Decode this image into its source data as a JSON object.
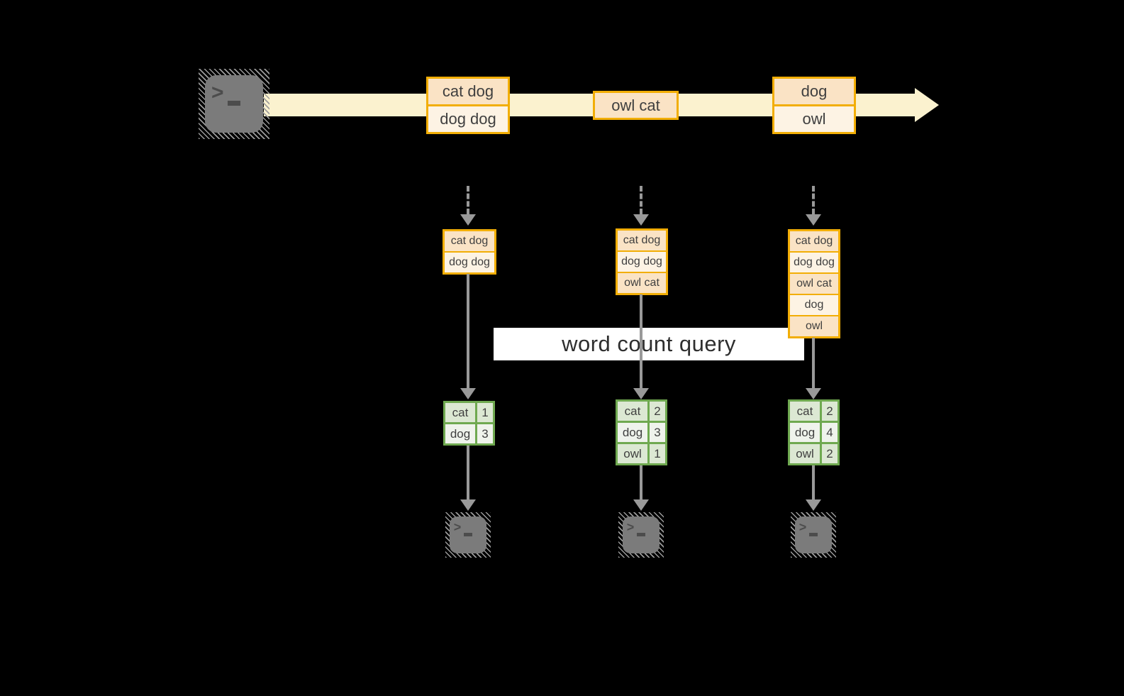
{
  "diagram": {
    "query_label": "word count query",
    "stream": {
      "source_icon": "terminal-icon",
      "events": [
        {
          "lines": [
            "cat dog",
            "dog dog"
          ]
        },
        {
          "lines": [
            "owl cat"
          ]
        },
        {
          "lines": [
            "dog",
            "owl"
          ]
        }
      ]
    },
    "snapshots": [
      {
        "buffer": [
          "cat dog",
          "dog dog"
        ],
        "counts": [
          {
            "word": "cat",
            "value": "1"
          },
          {
            "word": "dog",
            "value": "3"
          }
        ],
        "sink_icon": "terminal-icon"
      },
      {
        "buffer": [
          "cat dog",
          "dog dog",
          "owl cat"
        ],
        "counts": [
          {
            "word": "cat",
            "value": "2"
          },
          {
            "word": "dog",
            "value": "3"
          },
          {
            "word": "owl",
            "value": "1"
          }
        ],
        "sink_icon": "terminal-icon"
      },
      {
        "buffer": [
          "cat dog",
          "dog dog",
          "owl cat",
          "dog",
          "owl"
        ],
        "counts": [
          {
            "word": "cat",
            "value": "2"
          },
          {
            "word": "dog",
            "value": "4"
          },
          {
            "word": "owl",
            "value": "2"
          }
        ],
        "sink_icon": "terminal-icon"
      }
    ],
    "colors": {
      "background": "#000000",
      "stream_band": "#FBF2CF",
      "event_border": "#F2AE06",
      "cell_peach": "#FAE3C5",
      "cell_cream": "#FDF3E4",
      "table_border": "#6FA950",
      "table_row_dark": "#DCE8D3",
      "table_row_light": "#EFF3EC",
      "arrow_gray": "#999999",
      "query_box_bg": "#FFFFFF",
      "text": "#3F3F3F"
    }
  }
}
